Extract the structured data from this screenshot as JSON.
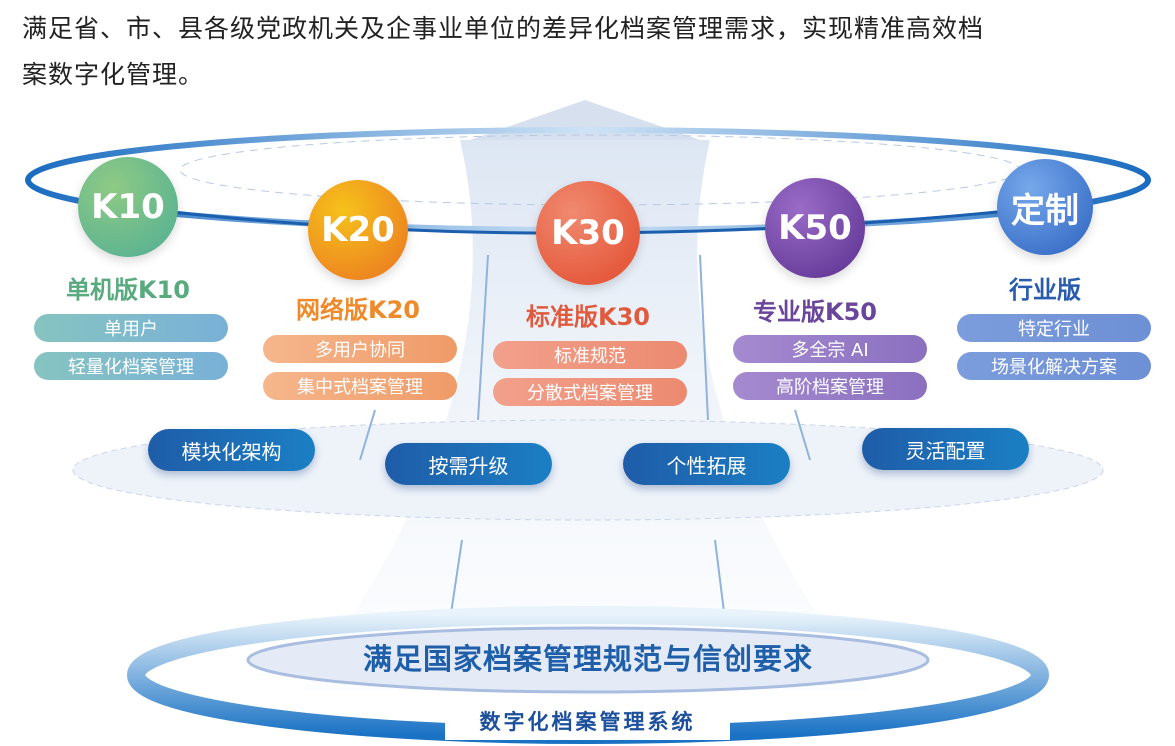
{
  "intro": {
    "line1": "满足省、市、县各级党政机关及企事业单位的差异化档案管理需求，实现精准高效档",
    "line2": "案数字化管理。"
  },
  "tiers": [
    {
      "badge": "K10",
      "title": "单机版K10",
      "features": [
        "单用户",
        "轻量化档案管理"
      ]
    },
    {
      "badge": "K20",
      "title": "网络版K20",
      "features": [
        "多用户协同",
        "集中式档案管理"
      ]
    },
    {
      "badge": "K30",
      "title": "标准版K30",
      "features": [
        "标准规范",
        "分散式档案管理"
      ]
    },
    {
      "badge": "K50",
      "title": "专业版K50",
      "features": [
        "多全宗 AI",
        "高阶档案管理"
      ]
    },
    {
      "badge": "定制",
      "title": "行业版",
      "features": [
        "特定行业",
        "场景化解决方案"
      ]
    }
  ],
  "capabilities": [
    "模块化架构",
    "按需升级",
    "个性拓展",
    "灵活配置"
  ],
  "foundation": {
    "requirement": "满足国家档案管理规范与信创要求",
    "system": "数字化档案管理系统"
  }
}
